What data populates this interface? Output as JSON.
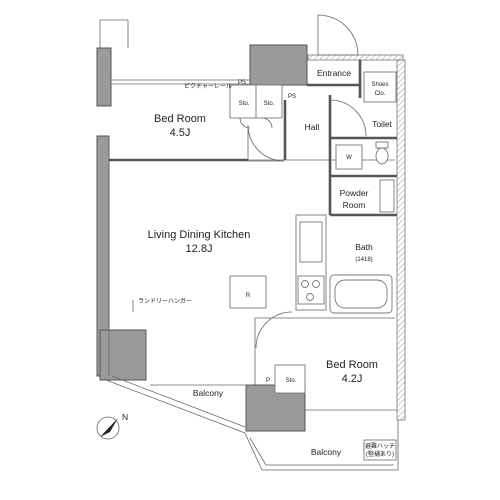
{
  "rooms": {
    "bed_room_1": {
      "name": "Bed Room",
      "size": "4.5J"
    },
    "bed_room_2": {
      "name": "Bed Room",
      "size": "4.2J"
    },
    "ldk": {
      "name": "Living Dining Kitchen",
      "size": "12.8J"
    },
    "entrance": "Entrance",
    "shoes_closet": {
      "line1": "Shoes",
      "line2": "Clo."
    },
    "hall": "Hall",
    "toilet": "Toilet",
    "powder_room": {
      "line1": "Powder",
      "line2": "Room"
    },
    "bath": {
      "name": "Bath",
      "size": "(1418)"
    },
    "balcony_west": "Balcony",
    "balcony_south": "Balcony"
  },
  "fixtures": {
    "ps_left": "PS",
    "ps_right": "PS",
    "storage_1": "Sto.",
    "storage_2": "Sto.",
    "storage_3": "Sto.",
    "pantry_p": "P",
    "washer_w": "W",
    "fridge_r": "R"
  },
  "notes": {
    "picture_rail": "ピクチャーレール",
    "laundry_hanger": "ランドリーハンガー",
    "vent_hood_line1": "避難ハッチ",
    "vent_hood_line2": "(竪樋あり)"
  },
  "compass": {
    "label": "N"
  }
}
